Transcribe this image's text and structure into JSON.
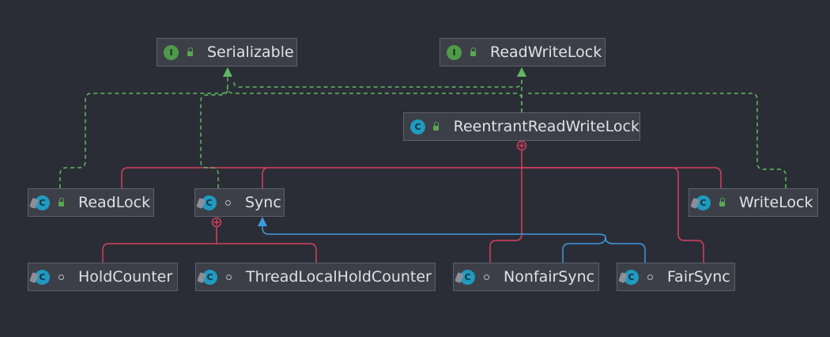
{
  "colors": {
    "background": "#2b2d36",
    "node_fill": "#3c3f48",
    "node_border": "#5d616b",
    "implements_edge": "#5fb961",
    "inner_class_edge": "#d4405f",
    "extends_edge": "#3d9ae0",
    "interface_badge": "#4e9a4a",
    "class_badge": "#1f9ac0"
  },
  "nodes": {
    "serializable": {
      "name": "Serializable",
      "badge": "I",
      "kind": "interface",
      "modifier": "public"
    },
    "readwritelock": {
      "name": "ReadWriteLock",
      "badge": "I",
      "kind": "interface",
      "modifier": "public"
    },
    "reentrantreadwritelock": {
      "name": "ReentrantReadWriteLock",
      "badge": "C",
      "kind": "class",
      "modifier": "public"
    },
    "readlock": {
      "name": "ReadLock",
      "badge": "C",
      "kind": "inner-class",
      "modifier": "public"
    },
    "sync": {
      "name": "Sync",
      "badge": "C",
      "kind": "abstract-inner-class",
      "modifier": "package"
    },
    "writelock": {
      "name": "WriteLock",
      "badge": "C",
      "kind": "inner-class",
      "modifier": "public"
    },
    "holdcounter": {
      "name": "HoldCounter",
      "badge": "C",
      "kind": "inner-class",
      "modifier": "package"
    },
    "threadlocalholdcounter": {
      "name": "ThreadLocalHoldCounter",
      "badge": "C",
      "kind": "inner-class",
      "modifier": "package"
    },
    "nonfairsync": {
      "name": "NonfairSync",
      "badge": "C",
      "kind": "inner-class",
      "modifier": "package"
    },
    "fairsync": {
      "name": "FairSync",
      "badge": "C",
      "kind": "inner-class",
      "modifier": "package"
    }
  },
  "relations": {
    "implements": [
      [
        "ReentrantReadWriteLock",
        "ReadWriteLock"
      ],
      [
        "ReentrantReadWriteLock",
        "Serializable"
      ],
      [
        "ReadLock",
        "Serializable"
      ],
      [
        "Sync",
        "Serializable"
      ],
      [
        "WriteLock",
        "Serializable"
      ]
    ],
    "inner_class_of": [
      [
        "ReadLock",
        "ReentrantReadWriteLock"
      ],
      [
        "Sync",
        "ReentrantReadWriteLock"
      ],
      [
        "WriteLock",
        "ReentrantReadWriteLock"
      ],
      [
        "NonfairSync",
        "ReentrantReadWriteLock"
      ],
      [
        "FairSync",
        "ReentrantReadWriteLock"
      ],
      [
        "HoldCounter",
        "Sync"
      ],
      [
        "ThreadLocalHoldCounter",
        "Sync"
      ]
    ],
    "extends": [
      [
        "NonfairSync",
        "Sync"
      ],
      [
        "FairSync",
        "Sync"
      ]
    ]
  }
}
